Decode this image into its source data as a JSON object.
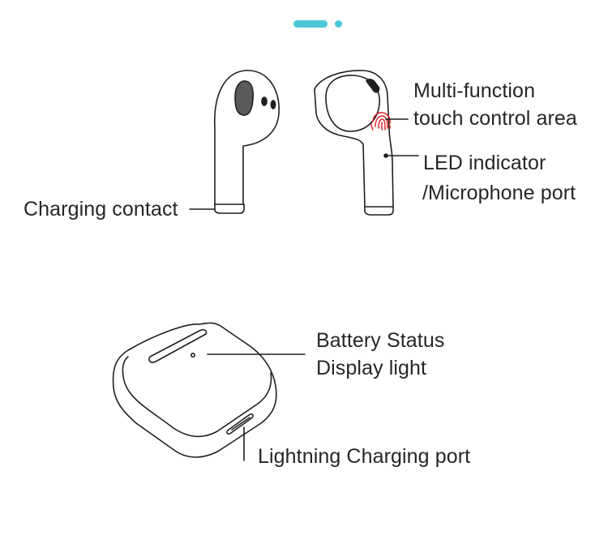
{
  "pager": {
    "accent": "#4cc7d6"
  },
  "fingerprint_color": "#e0262d",
  "labels": {
    "charging_contact": "Charging contact",
    "multifunction_line1": "Multi-function",
    "multifunction_line2": "touch control area",
    "led_line1": "LED indicator",
    "led_line2": "/Microphone port",
    "battery_line1": "Battery Status",
    "battery_line2": "Display light",
    "lightning": "Lightning Charging port"
  }
}
